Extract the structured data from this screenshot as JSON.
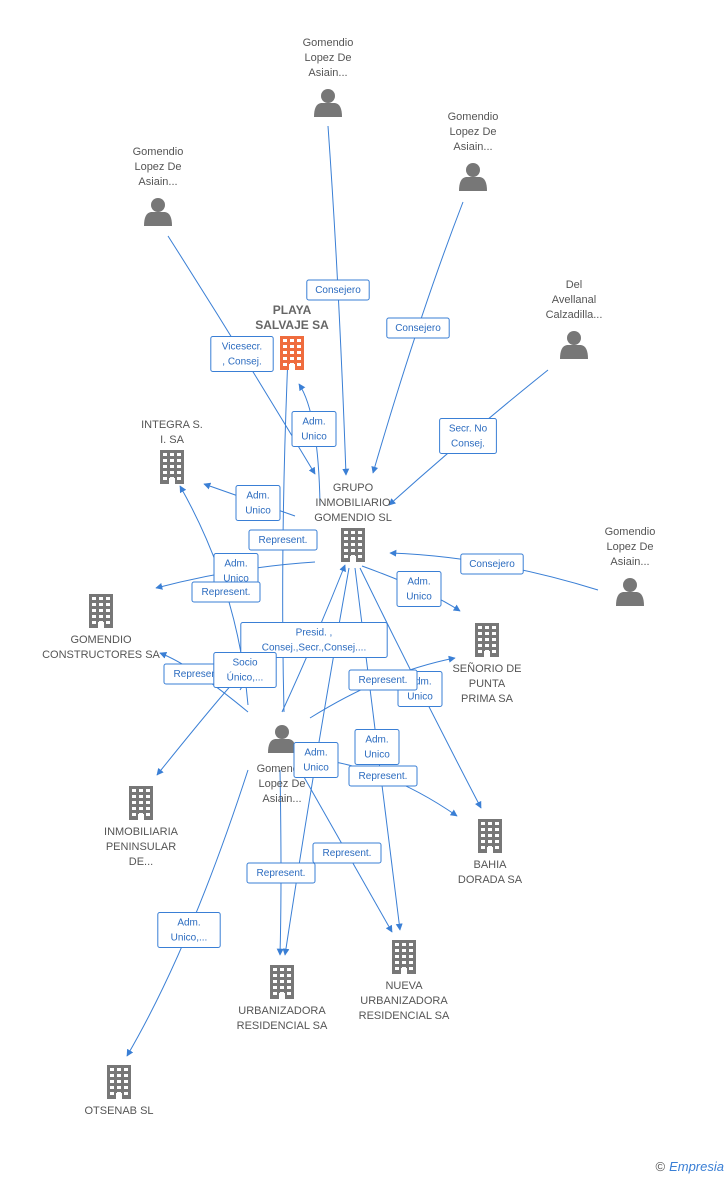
{
  "nodes": [
    {
      "id": "p1",
      "kind": "person",
      "lines": [
        "Gomendio",
        "Lopez De",
        "Asiain..."
      ]
    },
    {
      "id": "p2",
      "kind": "person",
      "lines": [
        "Gomendio",
        "Lopez De",
        "Asiain..."
      ]
    },
    {
      "id": "p3",
      "kind": "person",
      "lines": [
        "Gomendio",
        "Lopez De",
        "Asiain..."
      ]
    },
    {
      "id": "p4",
      "kind": "person",
      "lines": [
        "Del",
        "Avellanal",
        "Calzadilla..."
      ]
    },
    {
      "id": "p5",
      "kind": "person",
      "lines": [
        "Gomendio",
        "Lopez De",
        "Asiain..."
      ]
    },
    {
      "id": "p6",
      "kind": "person",
      "lines": [
        "Gomendio",
        "Lopez De",
        "Asiain..."
      ]
    },
    {
      "id": "playa",
      "kind": "company",
      "focus": true,
      "lines": [
        "PLAYA",
        "SALVAJE SA"
      ]
    },
    {
      "id": "integra",
      "kind": "company",
      "lines": [
        "INTEGRA S.",
        "I. SA"
      ]
    },
    {
      "id": "grupo",
      "kind": "company",
      "lines": [
        "GRUPO",
        "INMOBILIARIO",
        "GOMENDIO SL"
      ]
    },
    {
      "id": "constructores",
      "kind": "company",
      "lines": [
        "GOMENDIO",
        "CONSTRUCTORES SA"
      ]
    },
    {
      "id": "senorio",
      "kind": "company",
      "lines": [
        "SEÑORIO DE",
        "PUNTA",
        "PRIMA SA"
      ]
    },
    {
      "id": "peninsular",
      "kind": "company",
      "lines": [
        "INMOBILIARIA",
        "PENINSULAR",
        "DE..."
      ]
    },
    {
      "id": "bahia",
      "kind": "company",
      "lines": [
        "BAHIA",
        "DORADA SA"
      ]
    },
    {
      "id": "nueva",
      "kind": "company",
      "lines": [
        "NUEVA",
        "URBANIZADORA",
        "RESIDENCIAL SA"
      ]
    },
    {
      "id": "urbanizadora",
      "kind": "company",
      "lines": [
        "URBANIZADORA",
        "RESIDENCIAL SA"
      ]
    },
    {
      "id": "otsenab",
      "kind": "company",
      "lines": [
        "OTSENAB SL"
      ]
    }
  ],
  "edges": [
    {
      "from": "p1",
      "to": "grupo",
      "label": [
        "Consejero"
      ]
    },
    {
      "from": "p2",
      "to": "grupo",
      "label": [
        "Consejero"
      ]
    },
    {
      "from": "p3",
      "to": "playa",
      "label": [
        "Vicesecr.",
        ", Consej."
      ]
    },
    {
      "from": "p4",
      "to": "grupo",
      "label": [
        "Secr. No",
        "Consej."
      ]
    },
    {
      "from": "p5",
      "to": "grupo",
      "label": [
        "Consejero"
      ]
    },
    {
      "from": "grupo",
      "to": "playa",
      "label": [
        "Adm.",
        "Unico"
      ]
    },
    {
      "from": "grupo",
      "to": "integra",
      "label": [
        "Adm.",
        "Unico"
      ]
    },
    {
      "from": "grupo",
      "to": "constructores",
      "label": [
        "Adm.",
        "Unico"
      ]
    },
    {
      "from": "grupo",
      "to": "senorio",
      "label": [
        "Adm.",
        "Unico"
      ]
    },
    {
      "from": "grupo",
      "to": "bahia",
      "label": [
        "Adm.",
        "Unico"
      ]
    },
    {
      "from": "grupo",
      "to": "nueva",
      "label": [
        "Adm.",
        "Unico"
      ]
    },
    {
      "from": "grupo",
      "to": "urbanizadora",
      "label": [
        "Adm.",
        "Unico"
      ]
    },
    {
      "from": "p6",
      "to": "grupo",
      "label": [
        "Presid. ,",
        "Consej.,Secr.,Consej...."
      ]
    },
    {
      "from": "p6",
      "to": "playa",
      "label": [
        "Represent."
      ]
    },
    {
      "from": "p6",
      "to": "integra",
      "label": [
        "Represent."
      ]
    },
    {
      "from": "p6",
      "to": "constructores",
      "label": [
        "Represent."
      ]
    },
    {
      "from": "p6",
      "to": "peninsular",
      "label": [
        "Socio",
        "Único,..."
      ]
    },
    {
      "from": "p6",
      "to": "senorio",
      "label": [
        "Represent."
      ]
    },
    {
      "from": "p6",
      "to": "bahia",
      "label": [
        "Represent."
      ]
    },
    {
      "from": "p6",
      "to": "nueva",
      "label": [
        "Represent."
      ]
    },
    {
      "from": "p6",
      "to": "urbanizadora",
      "label": [
        "Represent."
      ]
    },
    {
      "from": "p6",
      "to": "otsenab",
      "label": [
        "Adm.",
        "Unico,..."
      ]
    }
  ],
  "footer": {
    "copyright_symbol": "©",
    "brand": "Empresia"
  },
  "colors": {
    "edge": "#3a7fd5",
    "icon": "#777777",
    "focus": "#ef6c3e"
  }
}
